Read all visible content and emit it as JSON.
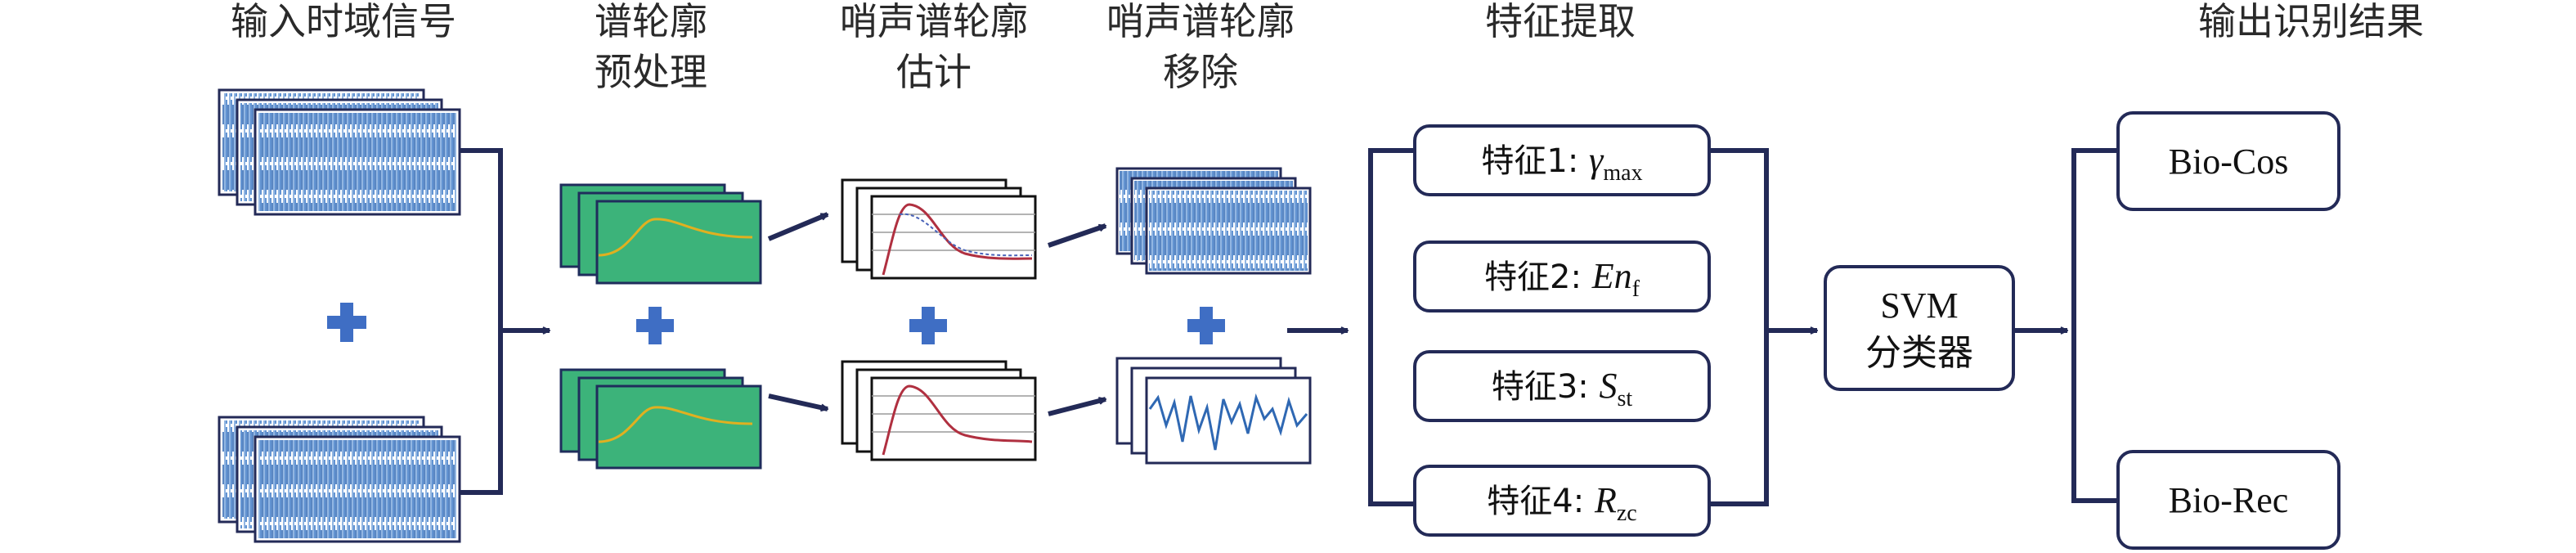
{
  "stages": {
    "input": "输入时域信号",
    "preprocess": [
      "谱轮廓",
      "预处理"
    ],
    "estimate": [
      "哨声谱轮廓",
      "估计"
    ],
    "remove": [
      "哨声谱轮廓",
      "移除"
    ],
    "features": "特征提取",
    "output": "输出识别结果"
  },
  "features": [
    {
      "prefix": "特征1: ",
      "symbol": "γ",
      "sub": "max"
    },
    {
      "prefix": "特征2: ",
      "symbol": "En",
      "sub": "f"
    },
    {
      "prefix": "特征3: ",
      "symbol": "S",
      "sub": "st"
    },
    {
      "prefix": "特征4: ",
      "symbol": "R",
      "sub": "zc"
    }
  ],
  "classifier": {
    "line1": "SVM",
    "line2": "分类器"
  },
  "outputs": {
    "top": "Bio-Cos",
    "bottom": "Bio-Rec"
  },
  "colors": {
    "line": "#232a57",
    "signal": "#3a78c6",
    "green": "#3cb37a",
    "plus": "#3f6ec4",
    "curve_red": "#b03040",
    "curve_yellow": "#e0b020"
  }
}
